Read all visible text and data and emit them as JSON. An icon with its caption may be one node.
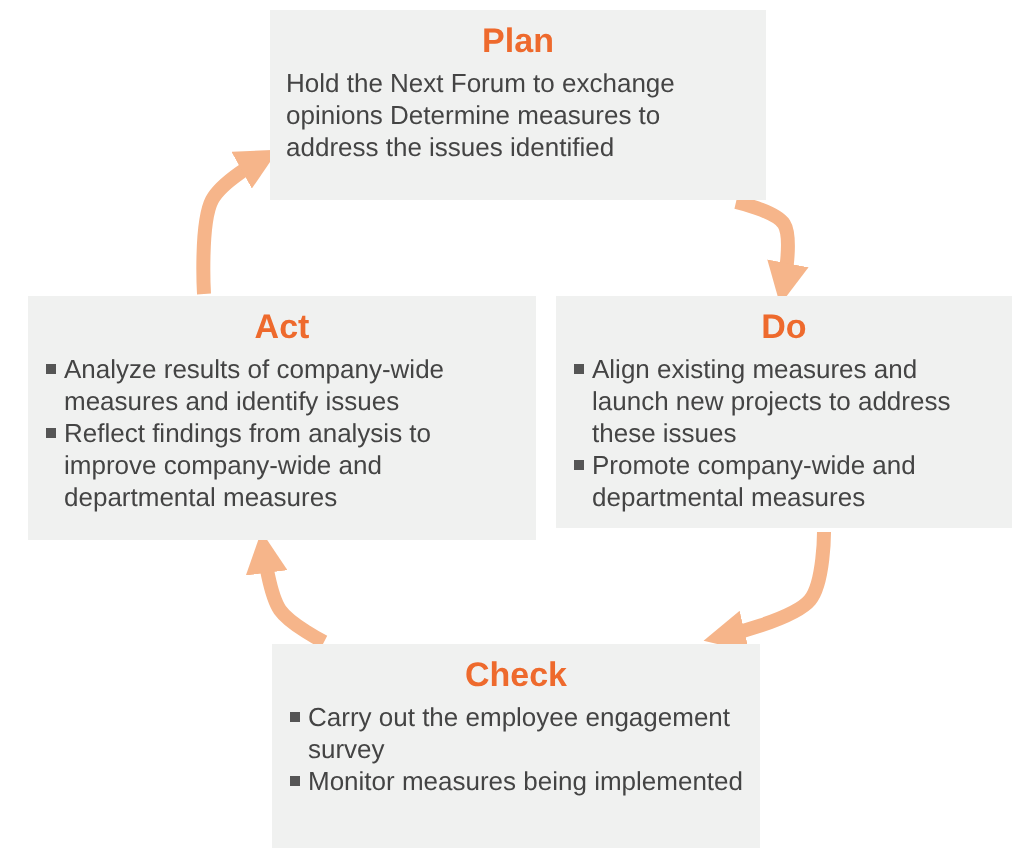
{
  "diagram": {
    "nodes": [
      {
        "text": [
          "Plan",
          "Hold the Next Forum to exchange opinions Determine measures to address the issues identified"
        ]
      },
      {
        "text": [
          "Do",
          "Align existing measures and launch new projects to address these issues",
          "Promote company-wide and departmental measures"
        ]
      },
      {
        "text": [
          "Check",
          "Carry out the employee engagement survey",
          "Monitor measures being implemented"
        ]
      },
      {
        "text": [
          "Act",
          "Analyze results of company-wide measures and identify issues",
          "Reflect findings from analysis to improve company-wide and departmental measures"
        ]
      }
    ],
    "edges": [
      {
        "from": 0,
        "to": 1,
        "arrow": "to"
      },
      {
        "from": 1,
        "to": 2,
        "arrow": "to"
      },
      {
        "from": 2,
        "to": 3,
        "arrow": "to"
      },
      {
        "from": 3,
        "to": 0,
        "arrow": "to"
      }
    ]
  }
}
